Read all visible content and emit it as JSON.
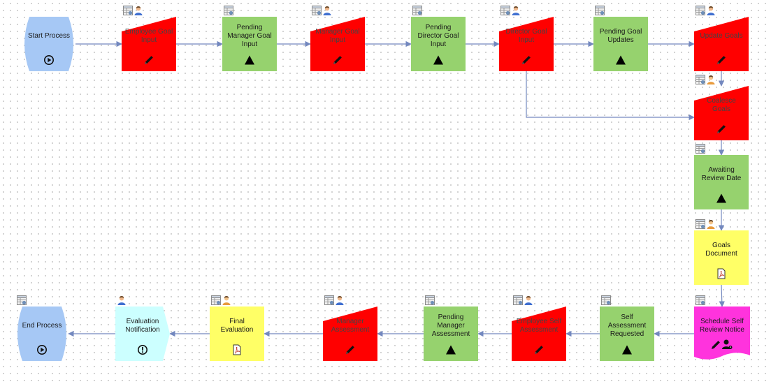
{
  "diagram": {
    "nodes": {
      "start": {
        "label": "Start Process",
        "icon": "play-icon"
      },
      "employee_goal_input": {
        "label": "Employee Goal Input",
        "icon": "pencil-icon"
      },
      "pending_manager_goal_input": {
        "label": "Pending Manager Goal Input",
        "icon": "triangle-icon"
      },
      "manager_goal_input": {
        "label": "Manager Goal Input",
        "icon": "pencil-icon"
      },
      "pending_director_goal_input": {
        "label": "Pending Director Goal Input",
        "icon": "triangle-icon"
      },
      "director_goal_input": {
        "label": "Director Goal Input",
        "icon": "pencil-icon"
      },
      "pending_goal_updates": {
        "label": "Pending Goal Updates",
        "icon": "triangle-icon"
      },
      "update_goals": {
        "label": "Update Goals",
        "icon": "pencil-icon"
      },
      "coalesce_goals": {
        "label": "Coalesce Goals",
        "icon": "pencil-icon"
      },
      "awaiting_review_date": {
        "label": "Awaiting Review Date",
        "icon": "triangle-icon"
      },
      "goals_document": {
        "label": "Goals Document",
        "icon": "pdf-icon"
      },
      "schedule_self_review_notice": {
        "label": "Schedule Self Review Notice",
        "icon": "pencil-user-icon"
      },
      "self_assessment_requested": {
        "label": "Self Assessment Requested",
        "icon": "triangle-icon"
      },
      "employee_self_assessment": {
        "label": "Employee Self Assessment",
        "icon": "pencil-icon"
      },
      "pending_manager_assessment": {
        "label": "Pending Manager Assessment",
        "icon": "triangle-icon"
      },
      "manager_assessment": {
        "label": "Manager Assessment",
        "icon": "pencil-icon"
      },
      "final_evaluation": {
        "label": "Final Evaluation",
        "icon": "pdf-icon"
      },
      "evaluation_notification": {
        "label": "Evaluation Notification",
        "icon": "alert-icon"
      },
      "end": {
        "label": "End Process",
        "icon": "play-icon"
      }
    },
    "edges": [
      [
        "start",
        "employee_goal_input"
      ],
      [
        "employee_goal_input",
        "pending_manager_goal_input"
      ],
      [
        "pending_manager_goal_input",
        "manager_goal_input"
      ],
      [
        "manager_goal_input",
        "pending_director_goal_input"
      ],
      [
        "pending_director_goal_input",
        "director_goal_input"
      ],
      [
        "director_goal_input",
        "pending_goal_updates"
      ],
      [
        "pending_goal_updates",
        "update_goals"
      ],
      [
        "update_goals",
        "coalesce_goals"
      ],
      [
        "director_goal_input",
        "coalesce_goals"
      ],
      [
        "coalesce_goals",
        "awaiting_review_date"
      ],
      [
        "awaiting_review_date",
        "goals_document"
      ],
      [
        "goals_document",
        "schedule_self_review_notice"
      ],
      [
        "schedule_self_review_notice",
        "self_assessment_requested"
      ],
      [
        "self_assessment_requested",
        "employee_self_assessment"
      ],
      [
        "employee_self_assessment",
        "pending_manager_assessment"
      ],
      [
        "pending_manager_assessment",
        "manager_assessment"
      ],
      [
        "manager_assessment",
        "final_evaluation"
      ],
      [
        "final_evaluation",
        "evaluation_notification"
      ],
      [
        "evaluation_notification",
        "end"
      ]
    ],
    "colors": {
      "start_end": "#a6c8f5",
      "task_red": "#ff0000",
      "wait_green": "#96d26e",
      "document_yellow": "#ffff66",
      "notice_magenta": "#ff33dd",
      "notification_cyan": "#ccffff",
      "edge": "#7388bf"
    }
  }
}
